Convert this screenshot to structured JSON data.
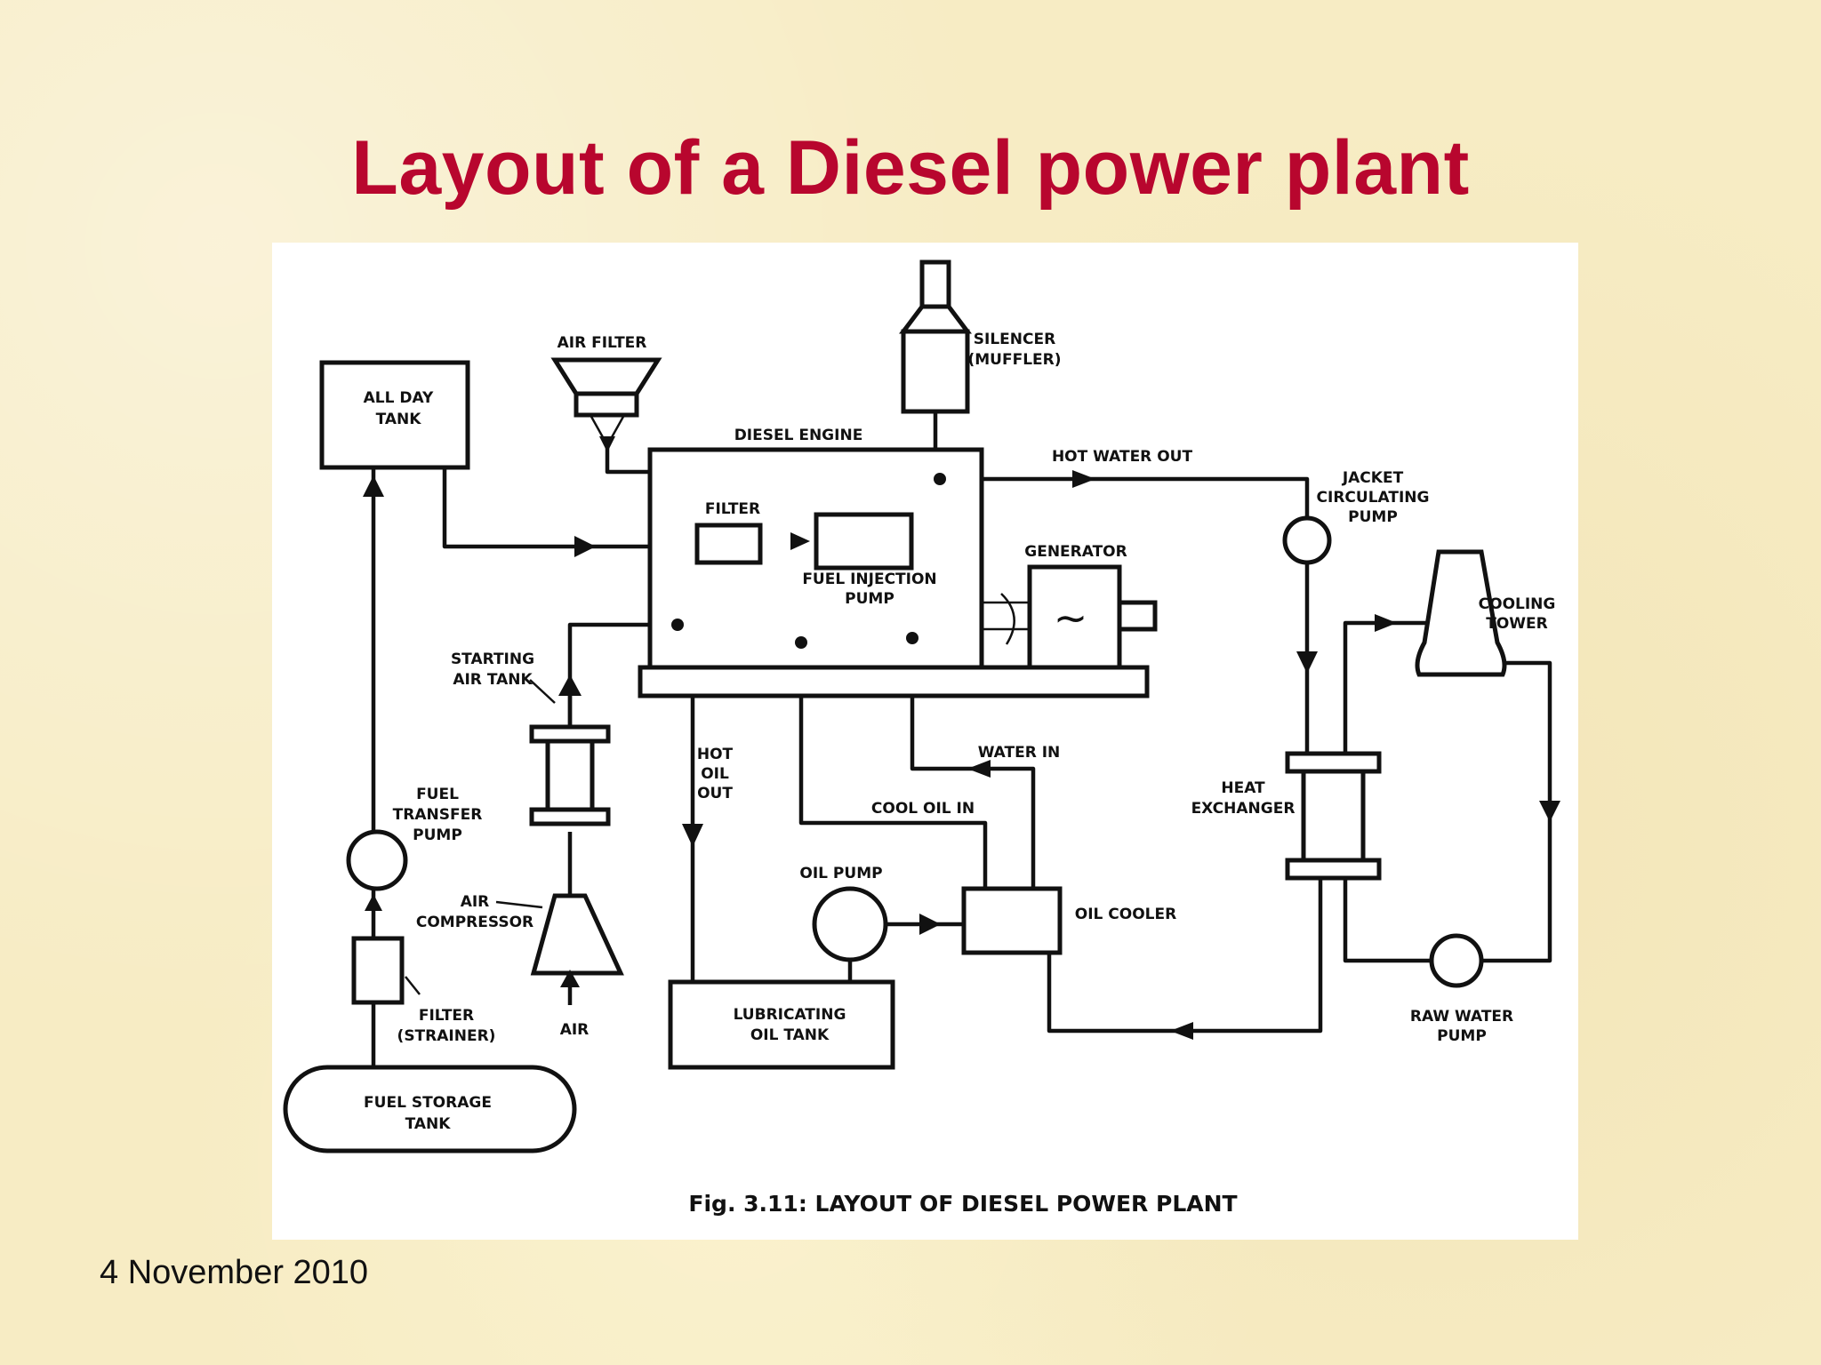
{
  "slide": {
    "title": "Layout of a Diesel power plant",
    "date": "4 November 2010"
  },
  "diagram": {
    "caption": "Fig. 3.11: LAYOUT OF DIESEL POWER PLANT",
    "labels": {
      "all_day_tank": [
        "ALL DAY",
        "TANK"
      ],
      "air_filter": "AIR FILTER",
      "silencer": [
        "SILENCER",
        "(MUFFLER)"
      ],
      "diesel_engine": "DIESEL ENGINE",
      "hot_water_out": "HOT WATER OUT",
      "jacket_circulating_pump": [
        "JACKET",
        "CIRCULATING",
        "PUMP"
      ],
      "filter": "FILTER",
      "fuel_injection_pump": [
        "FUEL INJECTION",
        "PUMP"
      ],
      "generator": "GENERATOR",
      "generator_symbol": "~",
      "cooling_tower": [
        "COOLING",
        "TOWER"
      ],
      "starting_air_tank": [
        "STARTING",
        "AIR TANK"
      ],
      "hot_oil_out": [
        "HOT",
        "OIL",
        "OUT"
      ],
      "water_in": "WATER IN",
      "cool_oil_in": "COOL OIL IN",
      "heat_exchanger": [
        "HEAT",
        "EXCHANGER"
      ],
      "fuel_transfer_pump": [
        "FUEL",
        "TRANSFER",
        "PUMP"
      ],
      "air_compressor": [
        "AIR",
        "COMPRESSOR"
      ],
      "oil_pump": "OIL PUMP",
      "oil_cooler": "OIL COOLER",
      "filter_strainer": [
        "FILTER",
        "(STRAINER)"
      ],
      "air": "AIR",
      "lubricating_oil_tank": [
        "LUBRICATING",
        "OIL TANK"
      ],
      "raw_water_pump": [
        "RAW WATER",
        "PUMP"
      ],
      "fuel_storage_tank": [
        "FUEL STORAGE",
        "TANK"
      ]
    }
  }
}
